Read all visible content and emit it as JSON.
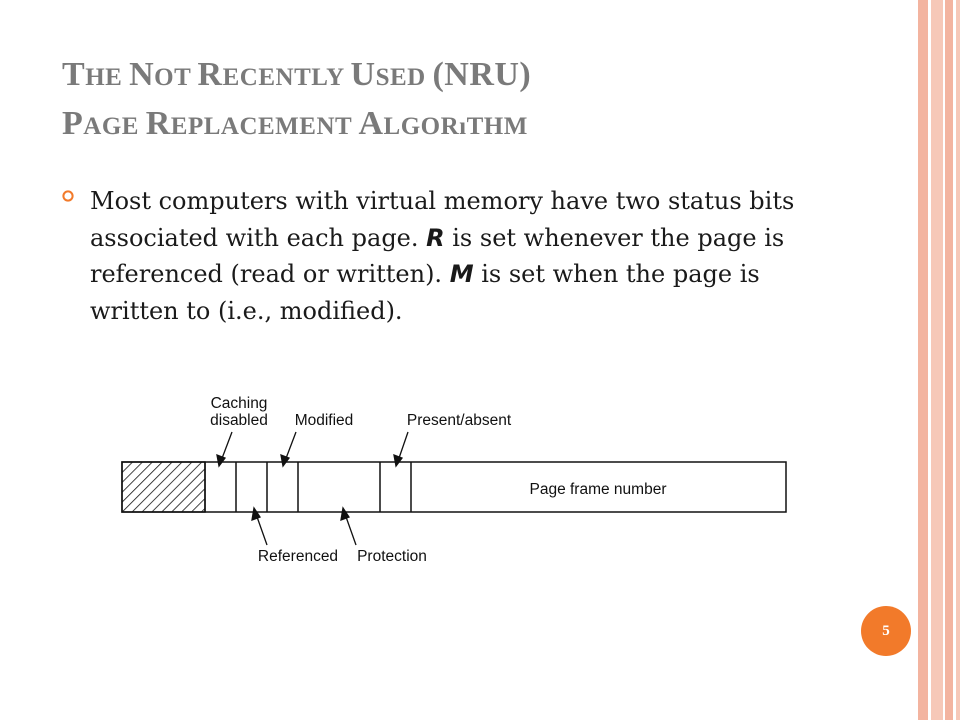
{
  "slide": {
    "title_line1_parts": [
      "T",
      "HE ",
      "N",
      "OT ",
      "R",
      "ECENTLY ",
      "U",
      "SED (NRU)"
    ],
    "title_line2_parts": [
      "P",
      "AGE ",
      "R",
      "EPLACEMENT ",
      "A",
      "LGORıTHM"
    ],
    "bullet": {
      "part1": "Most computers with virtual memory have two status bits associated with each page. ",
      "r": "R",
      "part2": " is set whenever the page is referenced (read or written). ",
      "m": "M",
      "part3": " is set when the page is written to (i.e., modified)."
    },
    "page_number": "5"
  },
  "diagram": {
    "labels": {
      "caching_line1": "Caching",
      "caching_line2": "disabled",
      "modified": "Modified",
      "present_absent": "Present/absent",
      "page_frame_number": "Page frame number",
      "referenced": "Referenced",
      "protection": "Protection"
    }
  },
  "colors": {
    "accent": "#f27a2a",
    "title": "#7a7a7a",
    "stripe": "#f3b4a0"
  }
}
